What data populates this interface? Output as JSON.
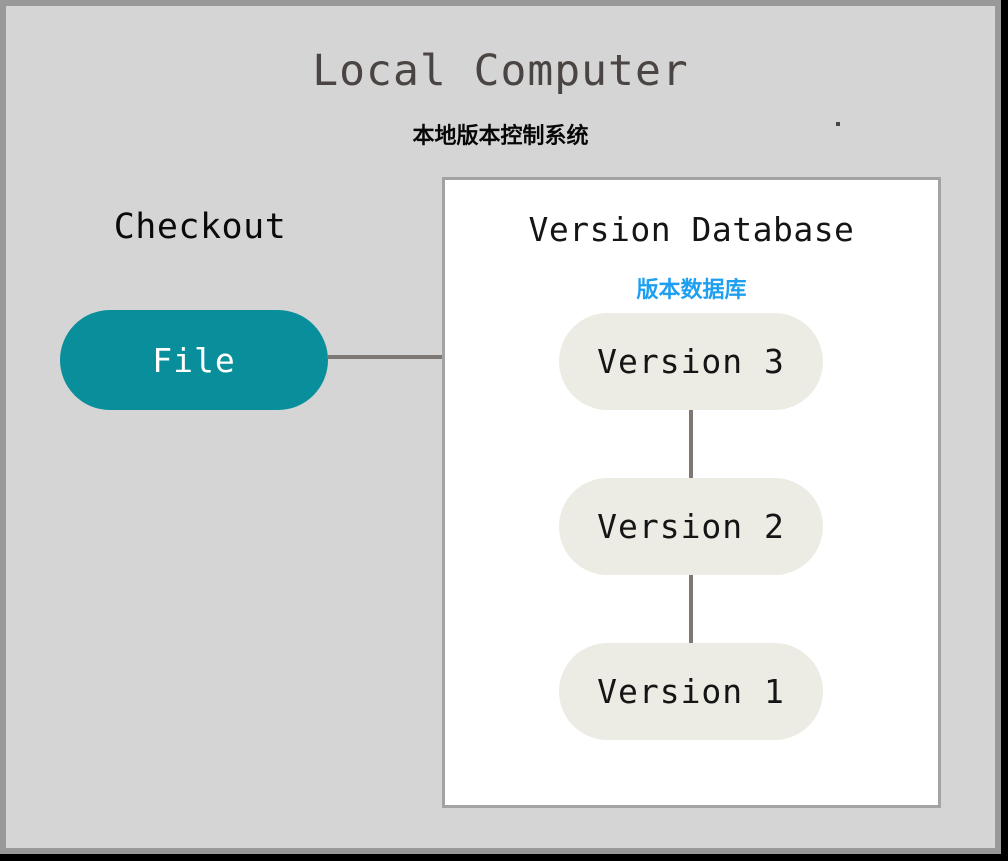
{
  "diagram": {
    "title": "Local Computer",
    "subtitle": "本地版本控制系统",
    "checkout_label": "Checkout",
    "file_node": {
      "label": "File",
      "color": "#098F9C",
      "text_color": "#FFFFFF"
    },
    "database_panel": {
      "title": "Version Database",
      "subtitle": "版本数据库",
      "subtitle_color": "#1E9FF2",
      "border_color": "#A3A3A3",
      "background": "#FFFFFF",
      "versions": [
        {
          "label": "Version 3"
        },
        {
          "label": "Version 2"
        },
        {
          "label": "Version 1"
        }
      ]
    },
    "connector_color": "#7D7873",
    "canvas_color": "#D5D5D5",
    "frame_color": "#999999",
    "node_color": "#ECECE4"
  }
}
